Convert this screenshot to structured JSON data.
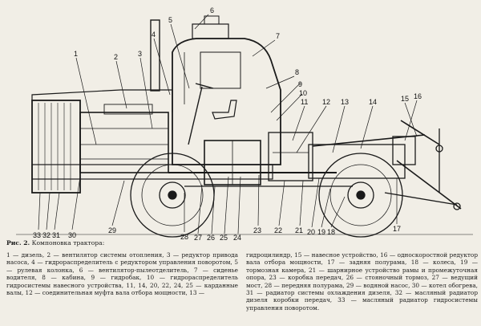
{
  "figure": {
    "callouts": {
      "top": [
        "1",
        "2",
        "3",
        "4",
        "5",
        "6",
        "7",
        "8",
        "9",
        "10",
        "11",
        "12",
        "13",
        "14",
        "15",
        "16"
      ],
      "bottom": [
        "33",
        "32",
        "31",
        "30",
        "29",
        "28",
        "27",
        "26",
        "25",
        "24",
        "23",
        "22",
        "21",
        "20",
        "19",
        "18",
        "17"
      ]
    }
  },
  "caption": {
    "label": "Рис. 2.",
    "title": "Компоновка трактора:",
    "left_text": "1 — дизель, 2 — вентилятор системы отопления, 3 — редуктор привода насоса, 4 — гидрораспределитель с редуктором управления поворотом, 5 — рулевая колонка, 6 — вентилятор-пылеотделитель, 7 — сиденье водителя, 8 — кабина, 9 — гидробак, 10 — гидрораспределитель гидросистемы навесного устройства, 11, 14, 20, 22, 24, 25 — карданные валы, 12 — соединительная муфта вала отбора мощности, 13 —",
    "right_text": "гидроцилиндр, 15 — навесное устройство, 16 — односкоростной редуктор вала отбора мощности, 17 — задняя полурама, 18 — колеса, 19 — тормозная камера, 21 — шарнирное устройство рамы и промежуточная опора, 23 — коробка передач, 26 — стояночный тормоз, 27 — ведущий мост, 28 — передняя полурама, 29 — водяной насос, 30 — котел обогрева, 31 — радиатор системы охлаждения дизеля, 32 — масляный радиатор дизеля коробки передач, 33 — масляный радиатор гидросистемы управления поворотом."
  }
}
